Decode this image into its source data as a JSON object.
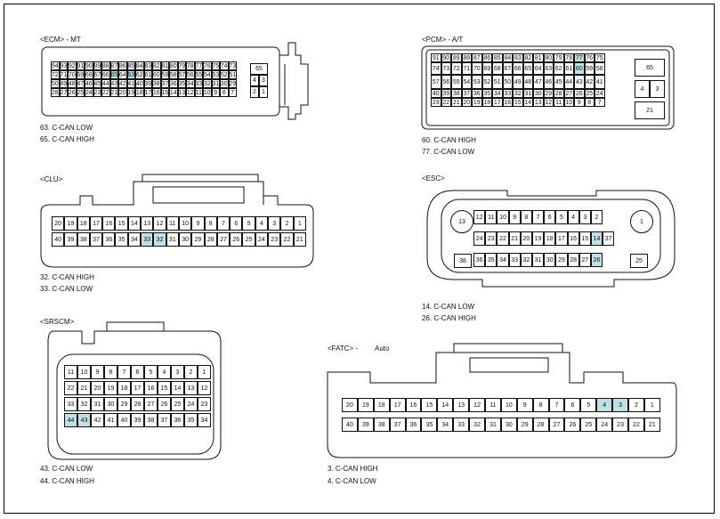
{
  "diagram_title": "",
  "highlight_color": "#bfe0e5",
  "connectors": {
    "ecm": {
      "title": "<ECM> - MT",
      "notes": [
        "63. C-CAN LOW",
        "65. C-CAN HIGH"
      ],
      "highlight": [
        "63",
        "65"
      ],
      "rows": [
        [
          "94",
          "93",
          "92",
          "91",
          "90",
          "89",
          "88",
          "87",
          "86",
          "85",
          "84",
          "83",
          "82",
          "81",
          "80",
          "79",
          "78",
          "77",
          "76",
          "75",
          "74",
          "73"
        ],
        [
          "72",
          "71",
          "70",
          "69",
          "68",
          "67",
          "66",
          "65",
          "64",
          "63",
          "62",
          "61",
          "60",
          "59",
          "58",
          "57",
          "56",
          "55",
          "54",
          "53",
          "52",
          "51"
        ],
        [
          "50",
          "49",
          "48",
          "47",
          "46",
          "45",
          "44",
          "43",
          "42",
          "41",
          "40",
          "39",
          "38",
          "37",
          "36",
          "35",
          "34",
          "33",
          "32",
          "31",
          "30",
          "29"
        ],
        [
          "28",
          "27",
          "26",
          "25",
          "24",
          "23",
          "22",
          "21",
          "20",
          "19",
          "18",
          "17",
          "16",
          "15",
          "14",
          "13",
          "12",
          "11",
          "10",
          "9",
          "8",
          "7"
        ]
      ],
      "side": [
        [
          "65"
        ],
        [
          "4",
          "3"
        ],
        [
          "2",
          "1"
        ]
      ]
    },
    "pcm": {
      "title": "<PCM> - A/T",
      "notes": [
        "60. C-CAN HIGH",
        "77. C-CAN LOW"
      ],
      "highlight": [
        "60",
        "77"
      ],
      "rows": [
        [
          "91",
          "90",
          "89",
          "88",
          "87",
          "86",
          "85",
          "84",
          "83",
          "82",
          "81",
          "80",
          "79",
          "78",
          "77",
          "76",
          "75"
        ],
        [
          "74",
          "73",
          "72",
          "71",
          "70",
          "69",
          "68",
          "67",
          "66",
          "65",
          "64",
          "63",
          "62",
          "61",
          "60",
          "59",
          "58"
        ],
        [
          "57",
          "56",
          "55",
          "54",
          "53",
          "52",
          "51",
          "50",
          "49",
          "48",
          "47",
          "46",
          "45",
          "44",
          "43",
          "42",
          "41"
        ],
        [
          "40",
          "39",
          "38",
          "37",
          "36",
          "35",
          "34",
          "33",
          "32",
          "31",
          "30",
          "29",
          "28",
          "27",
          "26",
          "25",
          "24"
        ],
        [
          "23",
          "22",
          "21",
          "20",
          "19",
          "18",
          "17",
          "16",
          "15",
          "14",
          "13",
          "12",
          "11",
          "10",
          "9",
          "8",
          "7"
        ]
      ],
      "side": [
        [
          "65"
        ],
        [
          "4",
          "3"
        ],
        [
          "21"
        ]
      ]
    },
    "clu": {
      "title": "<CLU>",
      "notes": [
        "32. C-CAN HIGH",
        "33. C-CAN LOW"
      ],
      "highlight": [
        "32",
        "33"
      ],
      "rows": [
        [
          "20",
          "19",
          "18",
          "17",
          "16",
          "15",
          "14",
          "13",
          "12",
          "11",
          "10",
          "9",
          "8",
          "7",
          "6",
          "5",
          "4",
          "3",
          "2",
          "1"
        ],
        [
          "40",
          "39",
          "38",
          "37",
          "36",
          "35",
          "34",
          "33",
          "32",
          "31",
          "30",
          "29",
          "28",
          "27",
          "26",
          "25",
          "24",
          "23",
          "22",
          "21"
        ]
      ]
    },
    "esc": {
      "title": "<ESC>",
      "notes": [
        "14. C-CAN LOW",
        "26. C-CAN HIGH"
      ],
      "highlight": [
        "14",
        "26"
      ],
      "rows": [
        [
          "12",
          "11",
          "10",
          "9",
          "8",
          "7",
          "6",
          "5",
          "4",
          "3",
          "2"
        ],
        [
          "24",
          "23",
          "22",
          "21",
          "20",
          "19",
          "18",
          "17",
          "16",
          "15",
          "14"
        ],
        [
          "37",
          "36",
          "35",
          "34",
          "33",
          "32",
          "31",
          "30",
          "29",
          "28",
          "27",
          "26"
        ]
      ],
      "big": [
        "13",
        "1",
        "38",
        "25"
      ]
    },
    "srscm": {
      "title": "<SRSCM>",
      "notes": [
        "43. C-CAN LOW",
        "44. C-CAN HIGH"
      ],
      "highlight": [
        "43",
        "44"
      ],
      "rows": [
        [
          "11",
          "10",
          "9",
          "8",
          "7",
          "6",
          "5",
          "4",
          "3",
          "2",
          "1"
        ],
        [
          "22",
          "21",
          "20",
          "19",
          "18",
          "17",
          "16",
          "15",
          "14",
          "13",
          "12"
        ],
        [
          "33",
          "32",
          "31",
          "30",
          "29",
          "28",
          "27",
          "26",
          "25",
          "24",
          "23"
        ],
        [
          "44",
          "43",
          "42",
          "41",
          "40",
          "39",
          "38",
          "37",
          "36",
          "35",
          "34"
        ]
      ]
    },
    "fatc": {
      "title": "<FATC> -",
      "title_extra": "Auto",
      "notes": [
        "3. C-CAN HIGH",
        "4. C-CAN LOW"
      ],
      "highlight": [
        "3",
        "4"
      ],
      "rows": [
        [
          "20",
          "19",
          "18",
          "17",
          "16",
          "15",
          "14",
          "13",
          "12",
          "11",
          "10",
          "9",
          "8",
          "7",
          "6",
          "5",
          "4",
          "3",
          "2",
          "1"
        ],
        [
          "40",
          "39",
          "38",
          "37",
          "36",
          "35",
          "34",
          "33",
          "32",
          "31",
          "30",
          "29",
          "28",
          "27",
          "26",
          "25",
          "24",
          "23",
          "22",
          "21"
        ]
      ]
    }
  }
}
